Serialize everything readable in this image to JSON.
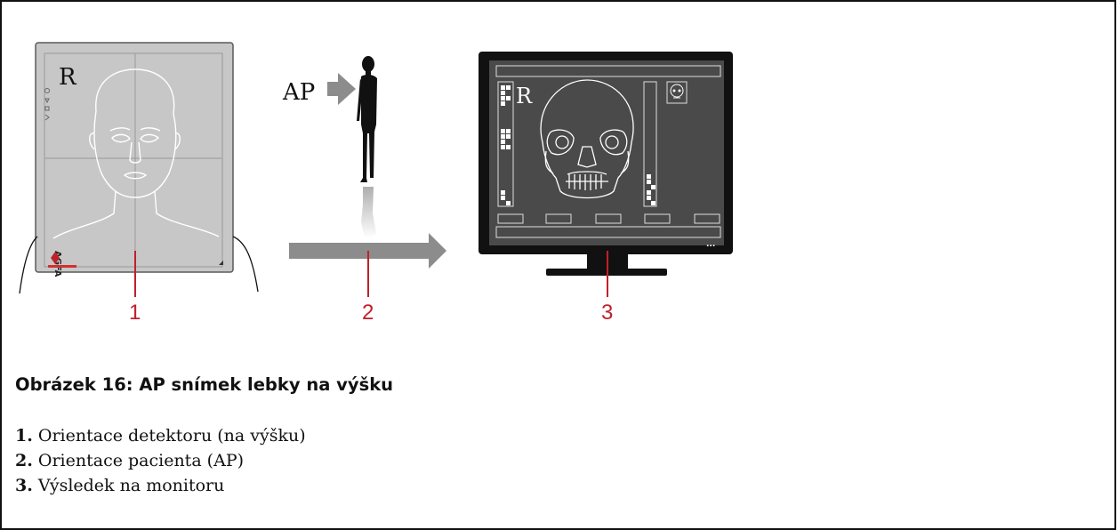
{
  "figure": {
    "detector_marker": "R",
    "patient_direction": "AP",
    "monitor_marker": "R",
    "monitor_menu": "..."
  },
  "callouts": [
    "1",
    "2",
    "3"
  ],
  "caption": "Obrázek 16: AP snímek lebky na výšku",
  "legend": [
    {
      "num": "1.",
      "text": "Orientace detektoru (na výšku)"
    },
    {
      "num": "2.",
      "text": "Orientace pacienta (AP)"
    },
    {
      "num": "3.",
      "text": "Výsledek na monitoru"
    }
  ],
  "colors": {
    "callout": "#c0202a",
    "detector": "#c7c7c7",
    "monitor_screen": "#4a4a4a",
    "arrow": "#8c8c8c"
  },
  "detector_logo": "AGFA"
}
